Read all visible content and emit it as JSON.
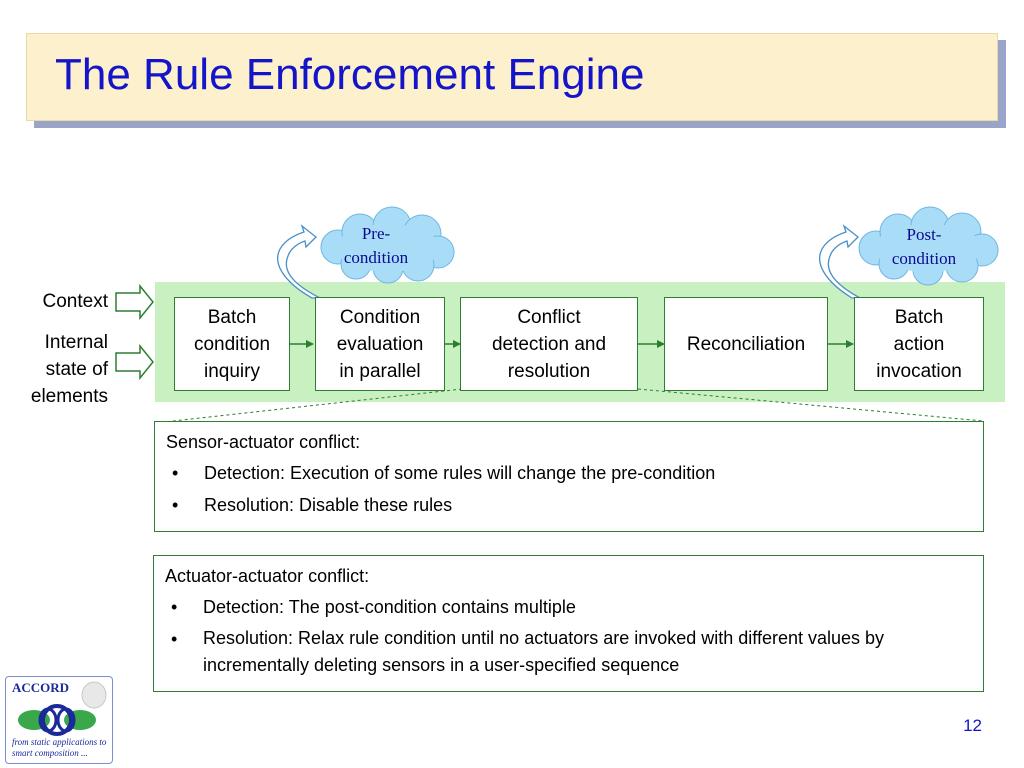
{
  "title": "The Rule Enforcement Engine",
  "inputs": {
    "context_label": "Context",
    "internal_state_label": "Internal\nstate of\nelements"
  },
  "pipeline": [
    {
      "label": "Batch\ncondition\ninquiry"
    },
    {
      "label": "Condition\nevaluation\nin parallel"
    },
    {
      "label": "Conflict\ndetection and\nresolution"
    },
    {
      "label": "Reconciliation"
    },
    {
      "label": "Batch\naction\ninvocation"
    }
  ],
  "clouds": {
    "pre": "Pre-\ncondition",
    "post": "Post-\ncondition"
  },
  "sensor_panel": {
    "heading": "Sensor-actuator conflict:",
    "bullets": [
      "Detection: Execution of some rules will change the pre-condition",
      "Resolution: Disable these rules"
    ]
  },
  "actuator_panel": {
    "heading": "Actuator-actuator conflict:",
    "bullets": [
      "Detection: The post-condition contains multiple",
      "Resolution: Relax rule condition until no actuators are invoked with different values by incrementally deleting sensors in a user-specified sequence"
    ]
  },
  "bullet_char": "•",
  "logo": {
    "name": "ACCORD",
    "tagline": "from static applications to smart composition ..."
  },
  "page_number": "12",
  "colors": {
    "title_text": "#1414c8",
    "title_box": "#fdf0cc",
    "title_shadow": "#9aa4c8",
    "pipeline_band": "#c8f0c0",
    "box_border": "#2e7d32",
    "cloud_fill": "#a9ddf7",
    "arrow": "#2e7d32"
  }
}
